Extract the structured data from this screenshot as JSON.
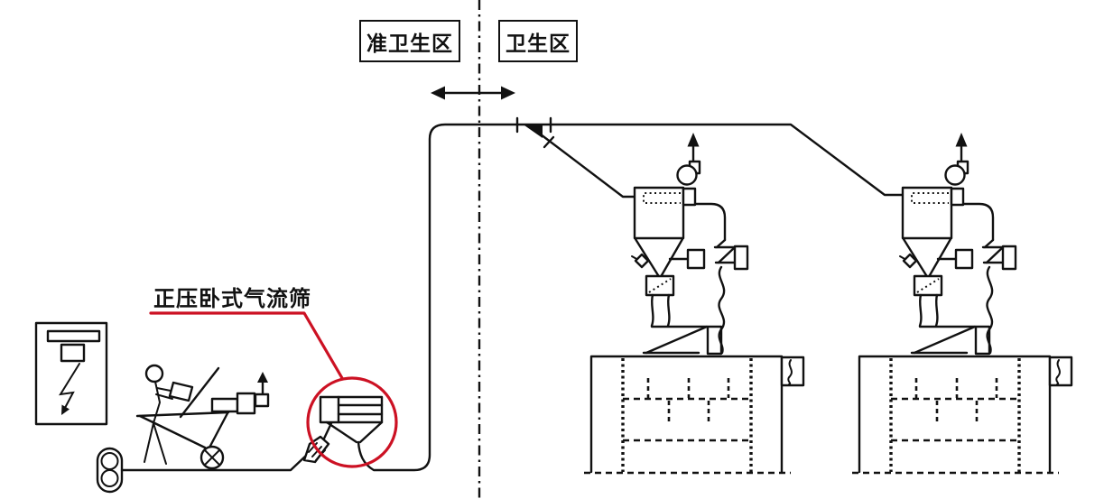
{
  "diagram": {
    "sieve_label": "正压卧式气流筛",
    "zone_left_label": "准卫生区",
    "zone_right_label": "卫生区",
    "colors": {
      "line": "#111111",
      "highlight_red": "#cc1123",
      "background": "#ffffff"
    }
  }
}
